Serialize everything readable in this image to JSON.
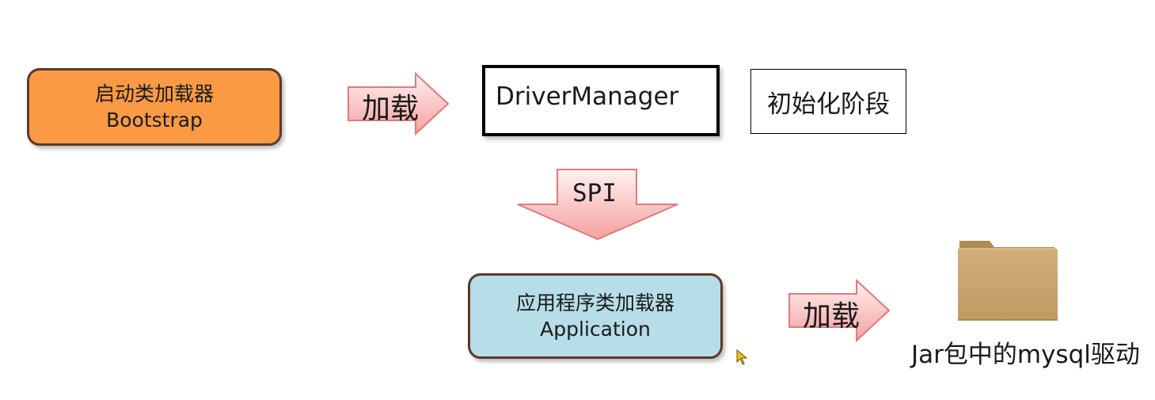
{
  "diagram": {
    "bootstrap_box": {
      "line1": "启动类加载器",
      "line2": "Bootstrap"
    },
    "load_arrow_top": {
      "label": "加载"
    },
    "driver_manager_box": {
      "label": "DriverManager"
    },
    "init_stage_box": {
      "label": "初始化阶段"
    },
    "spi_arrow": {
      "label": "SPI"
    },
    "application_box": {
      "line1": "应用程序类加载器",
      "line2": "Application"
    },
    "load_arrow_bottom": {
      "label": "加载"
    },
    "jar_folder": {
      "label": "Jar包中的mysql驱动",
      "icon": "folder-icon"
    }
  },
  "colors": {
    "bootstrap_fill": "#fa9a44",
    "application_fill": "#b7dde8",
    "rounded_border": "#5a3a26",
    "arrow_fill_light": "#fde4e4",
    "arrow_fill_dark": "#f6a1a1",
    "arrow_stroke": "#e07b7b",
    "folder_fill": "#c9a571"
  }
}
